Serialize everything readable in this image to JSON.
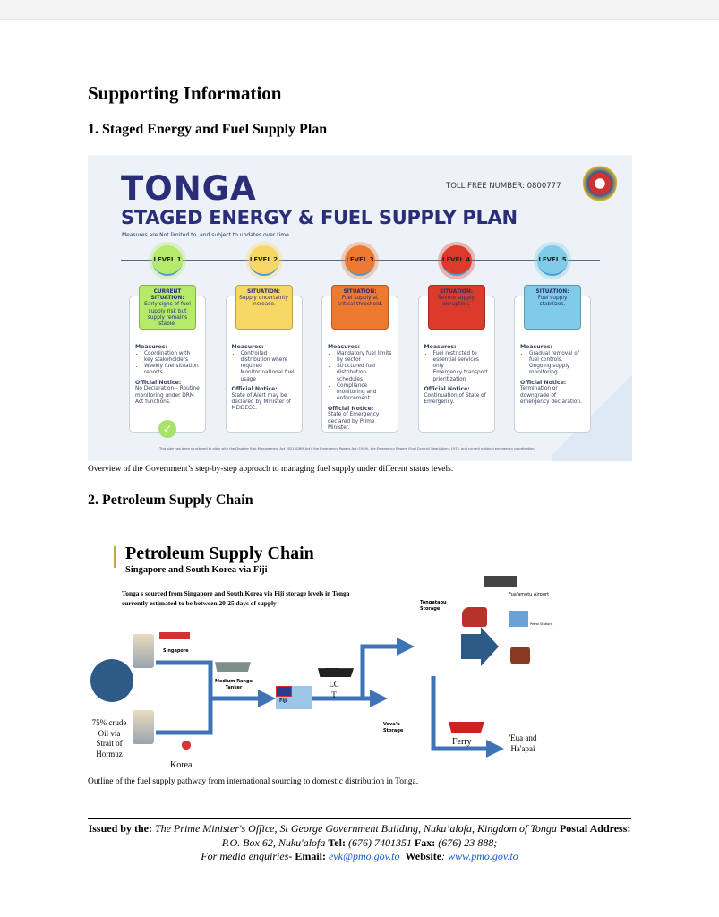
{
  "heading": "Supporting Information",
  "section1": {
    "title": "1. Staged Energy and Fuel Supply Plan",
    "infographic": {
      "title": "TONGA",
      "subtitle": "STAGED ENERGY & FUEL SUPPLY PLAN",
      "note": "Measures are Not limited to, and subject to updates over time.",
      "toll_free": "TOLL FREE NUMBER: 0800777",
      "levels": [
        {
          "label": "LEVEL 1",
          "color": "#b5ea6a",
          "sit_head": "CURRENT SITUATION:",
          "situation": "Early signs of fuel supply risk but supply remains stable.",
          "measures": [
            "Coordination with key stakeholders",
            "Weekly fuel situation reports"
          ],
          "notice": "No Declaration – Routine monitoring under DRM Act functions."
        },
        {
          "label": "LEVEL 2",
          "color": "#f8d865",
          "sit_head": "SITUATION:",
          "situation": "Supply uncertainty increase.",
          "measures": [
            "Controlled distribution where required",
            "Monitor national fuel usage"
          ],
          "notice": "State of Alert may be declared by Minister of MEIDECC."
        },
        {
          "label": "LEVEL 3",
          "color": "#ee7a32",
          "sit_head": "SITUATION:",
          "situation": "Fuel supply at critical threshold.",
          "measures": [
            "Mandatory fuel limits by sector",
            "Structured fuel distribution schedules",
            "Compliance monitoring and enforcement"
          ],
          "notice": "State of Emergency declared by Prime Minister."
        },
        {
          "label": "LEVEL 4",
          "color": "#dc3a2a",
          "sit_head": "SITUATION:",
          "situation": "Severe supply disruption.",
          "measures": [
            "Fuel restricted to essential services only",
            "Emergency transport prioritization"
          ],
          "notice": "Continuation of State of Emergency."
        },
        {
          "label": "LEVEL 5",
          "color": "#7fcbe8",
          "sit_head": "SITUATION:",
          "situation": "Fuel supply stabilizes.",
          "measures": [
            "Gradual removal of fuel controls. Ongoing supply monitoring"
          ],
          "notice": "Termination or downgrade of emergency declaration."
        }
      ],
      "measures_label": "Measures:",
      "notice_label": "Official Notice:",
      "footnote": "This plan has been structured to align with the Disaster Risk Management Act 2021 (DRM Act), the Emergency Powers Act (1959), the Emergency Powers (Fuel Control) Regulations 1974, and current national emergency coordination."
    },
    "caption": "Overview of the Government’s step-by-step approach to managing fuel supply under different status levels."
  },
  "section2": {
    "title": "2. Petroleum Supply Chain",
    "diagram": {
      "title": "Petroleum Supply Chain",
      "subtitle": "Singapore and South Korea via Fiji",
      "body": "Tonga s sourced from Singapore and South Korea via Fiji storage levels in Tonga currently estimated to be between 20-25 days of supply",
      "crude": "75% crude Oil via Strait of Hormuz",
      "singapore": "Singapore",
      "korea": "Korea",
      "tanker": "Medium Range Tanker",
      "fiji": "Fiji",
      "lc": "LC T",
      "tongatapu": "Tongatapu Storage",
      "vavau": "Vava'u Storage",
      "airport": "Fua'amotu Airport",
      "petrol": "Petrol Stations",
      "ferry": "Ferry",
      "eua": "'Eua and Ha'apai"
    },
    "caption": "Outline of the fuel supply pathway from international sourcing to domestic distribution in Tonga."
  },
  "footer": {
    "issued_label": "Issued by the:",
    "issued": " The Prime Minister's Office, St George Government Building, Nuku’alofa, Kingdom of Tonga ",
    "postal_label": "Postal Address:",
    "postal": " P.O. Box 62, Nuku'alofa ",
    "tel_label": "Tel:",
    "tel": " (676) 7401351 ",
    "fax_label": "Fax:",
    "fax": " (676) 23 888;",
    "media": "For media enquiries- ",
    "email_label": "Email:",
    "email": "evk@pmo.gov.to",
    "website_label": "Website",
    "website": "www.pmo.gov.to"
  }
}
